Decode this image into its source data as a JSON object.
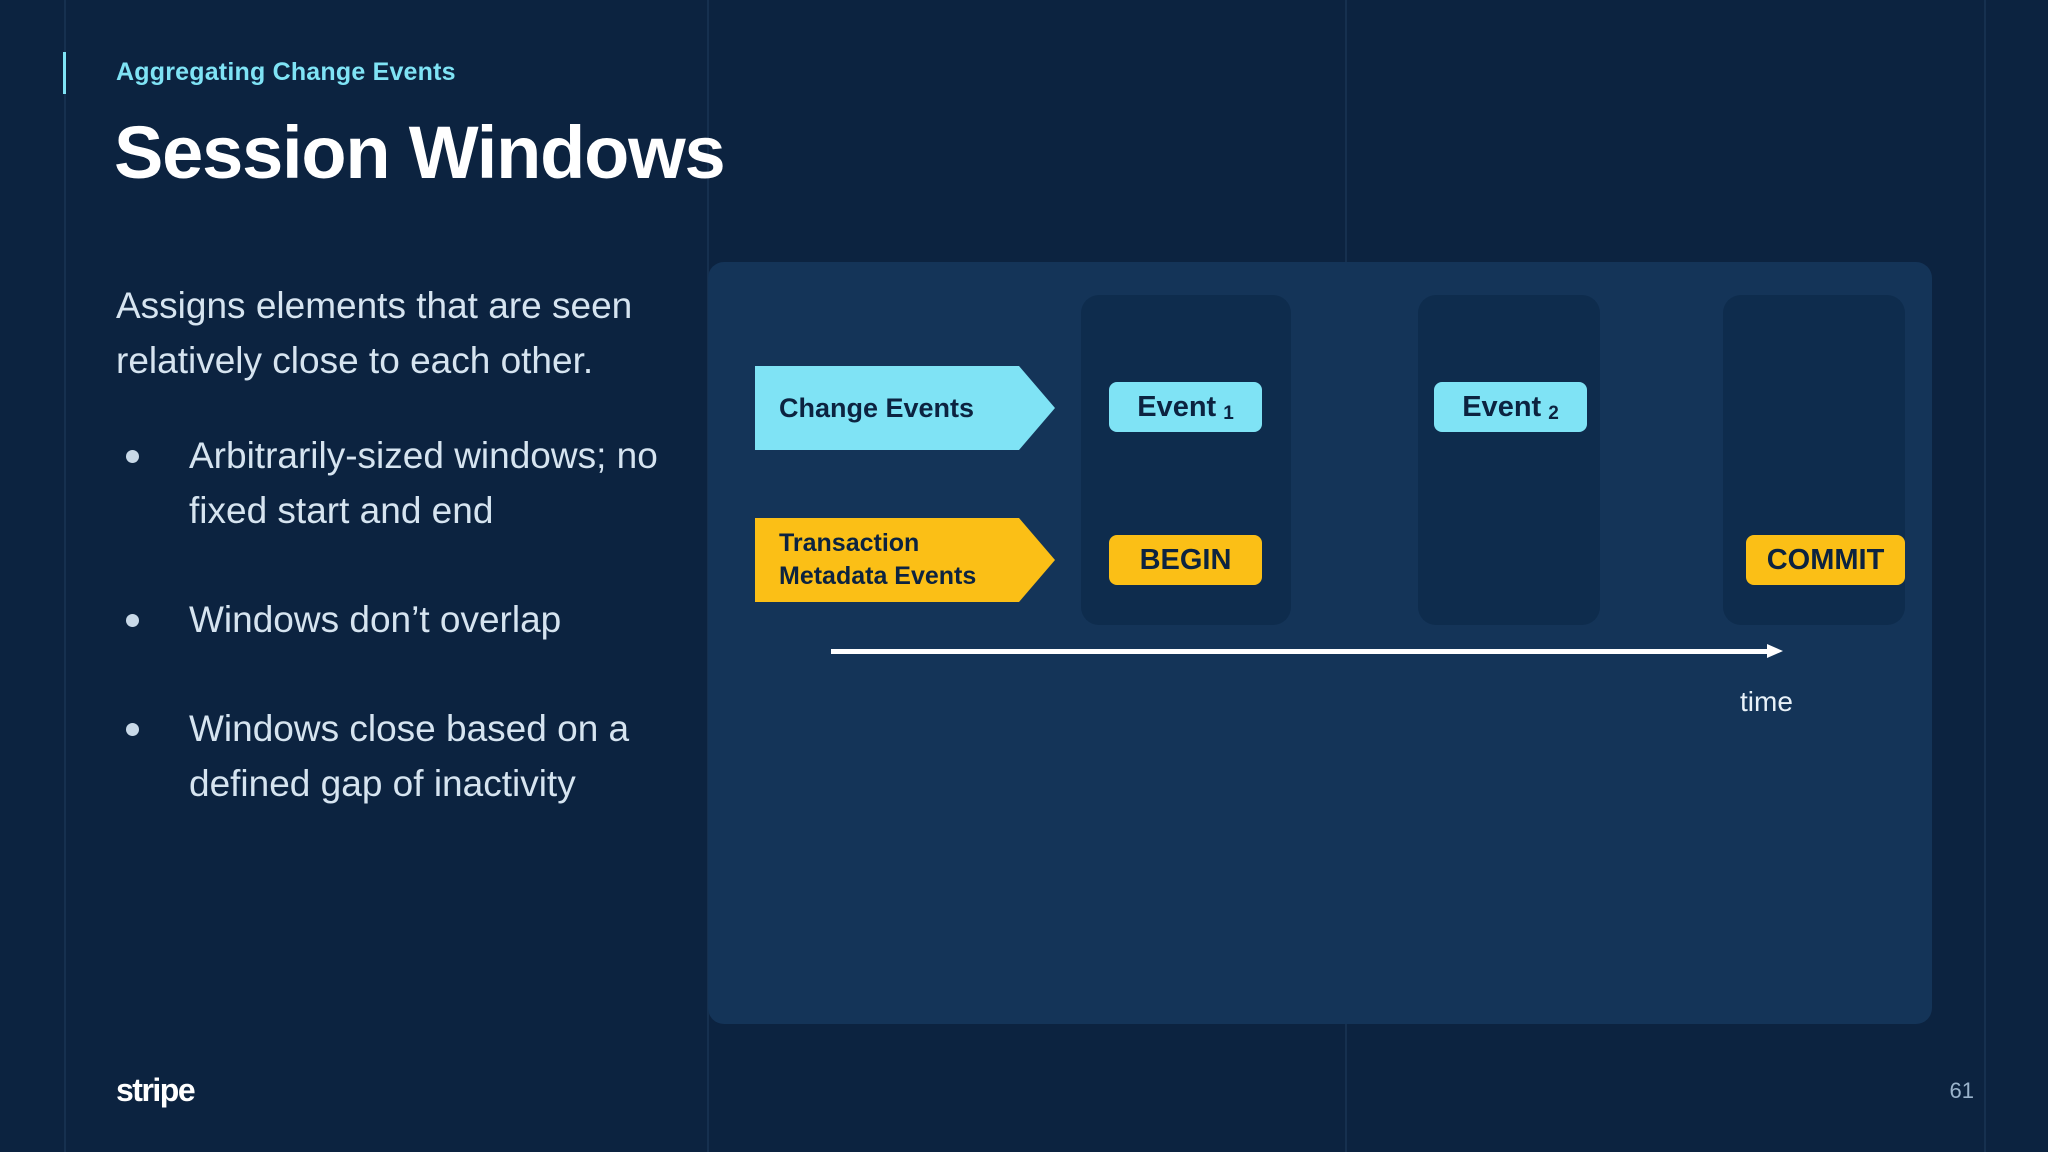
{
  "slide": {
    "eyebrow": "Aggregating Change Events",
    "title": "Session Windows",
    "intro": "Assigns elements that are seen relatively close to each other.",
    "bullets": [
      "Arbitrarily-sized windows; no fixed start and end",
      "Windows don’t overlap",
      "Windows close based on a defined gap of inactivity"
    ]
  },
  "diagram": {
    "lanes": [
      {
        "label": "Change Events",
        "color": "#7fe3f5"
      },
      {
        "label": "Transaction Metadata Events",
        "label_line1": "Transaction",
        "label_line2": "Metadata Events",
        "color": "#fbbf16"
      }
    ],
    "events": [
      {
        "name": "Event",
        "subscript": "1"
      },
      {
        "name": "Event",
        "subscript": "2"
      }
    ],
    "transaction_markers": [
      {
        "label": "BEGIN"
      },
      {
        "label": "COMMIT"
      }
    ],
    "axis_caption": "time"
  },
  "footer": {
    "wordmark": "stripe",
    "page_number": "61"
  },
  "colors": {
    "background": "#0c2340",
    "panel": "#143458",
    "card": "#0e2c4d",
    "accent_cyan": "#7fe3f5",
    "accent_amber": "#fbbf16",
    "body_text": "#d6e4f0"
  }
}
